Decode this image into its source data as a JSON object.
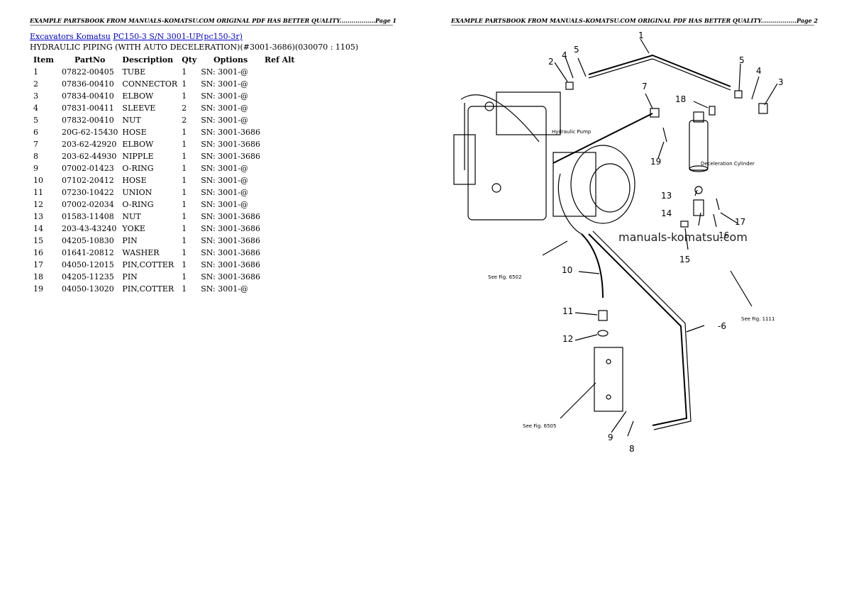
{
  "header_left": "EXAMPLE PARTSBOOK FROM MANUALS-KOMATSU.COM ORIGINAL PDF HAS BETTER QUALITY..................Page 1",
  "header_right": "EXAMPLE PARTSBOOK FROM MANUALS-KOMATSU.COM ORIGINAL PDF HAS BETTER QUALITY..................Page 2",
  "breadcrumb": {
    "link1": "Excavators Komatsu",
    "link2": "PC150-3 S/N 3001-UP(pc150-3r)"
  },
  "subtitle": "HYDRAULIC PIPING (WITH AUTO DECELERATION)(#3001-3686)(030070 : 1105)",
  "columns": {
    "item": "Item",
    "partno": "PartNo",
    "description": "Description",
    "qty": "Qty",
    "options": "Options",
    "refalt": "Ref Alt"
  },
  "rows": [
    {
      "item": "1",
      "partno": "07822-00405",
      "description": "TUBE",
      "qty": "1",
      "options": "SN: 3001-@"
    },
    {
      "item": "2",
      "partno": "07836-00410",
      "description": "CONNECTOR",
      "qty": "1",
      "options": "SN: 3001-@"
    },
    {
      "item": "3",
      "partno": "07834-00410",
      "description": "ELBOW",
      "qty": "1",
      "options": "SN: 3001-@"
    },
    {
      "item": "4",
      "partno": "07831-00411",
      "description": "SLEEVE",
      "qty": "2",
      "options": "SN: 3001-@"
    },
    {
      "item": "5",
      "partno": "07832-00410",
      "description": "NUT",
      "qty": "2",
      "options": "SN: 3001-@"
    },
    {
      "item": "6",
      "partno": "20G-62-15430",
      "description": "HOSE",
      "qty": "1",
      "options": "SN: 3001-3686"
    },
    {
      "item": "7",
      "partno": "203-62-42920",
      "description": "ELBOW",
      "qty": "1",
      "options": "SN: 3001-3686"
    },
    {
      "item": "8",
      "partno": "203-62-44930",
      "description": "NIPPLE",
      "qty": "1",
      "options": "SN: 3001-3686"
    },
    {
      "item": "9",
      "partno": "07002-01423",
      "description": "O-RING",
      "qty": "1",
      "options": "SN: 3001-@"
    },
    {
      "item": "10",
      "partno": "07102-20412",
      "description": "HOSE",
      "qty": "1",
      "options": "SN: 3001-@"
    },
    {
      "item": "11",
      "partno": "07230-10422",
      "description": "UNION",
      "qty": "1",
      "options": "SN: 3001-@"
    },
    {
      "item": "12",
      "partno": "07002-02034",
      "description": "O-RING",
      "qty": "1",
      "options": "SN: 3001-@"
    },
    {
      "item": "13",
      "partno": "01583-11408",
      "description": "NUT",
      "qty": "1",
      "options": "SN: 3001-3686"
    },
    {
      "item": "14",
      "partno": "203-43-43240",
      "description": "YOKE",
      "qty": "1",
      "options": "SN: 3001-3686"
    },
    {
      "item": "15",
      "partno": "04205-10830",
      "description": "PIN",
      "qty": "1",
      "options": "SN: 3001-3686"
    },
    {
      "item": "16",
      "partno": "01641-20812",
      "description": "WASHER",
      "qty": "1",
      "options": "SN: 3001-3686"
    },
    {
      "item": "17",
      "partno": "04050-12015",
      "description": "PIN,COTTER",
      "qty": "1",
      "options": "SN: 3001-3686"
    },
    {
      "item": "18",
      "partno": "04205-11235",
      "description": "PIN",
      "qty": "1",
      "options": "SN: 3001-3686"
    },
    {
      "item": "19",
      "partno": "04050-13020",
      "description": "PIN,COTTER",
      "qty": "1",
      "options": "SN: 3001-@"
    }
  ],
  "diagram": {
    "watermark": "manuals-komatsu.com",
    "pump_label": "Hydraulic Pump",
    "cylinder_label": "Deceleration Cylinder",
    "ref_6502": "See Fig. 6502",
    "ref_6505": "See Fig. 6505",
    "ref_1111": "See Fig. 1111",
    "callouts": [
      "1",
      "2",
      "3",
      "4",
      "5",
      "6",
      "7",
      "8",
      "9",
      "10",
      "11",
      "12",
      "13",
      "14",
      "15",
      "16",
      "17",
      "18",
      "19",
      "4",
      "5"
    ]
  }
}
